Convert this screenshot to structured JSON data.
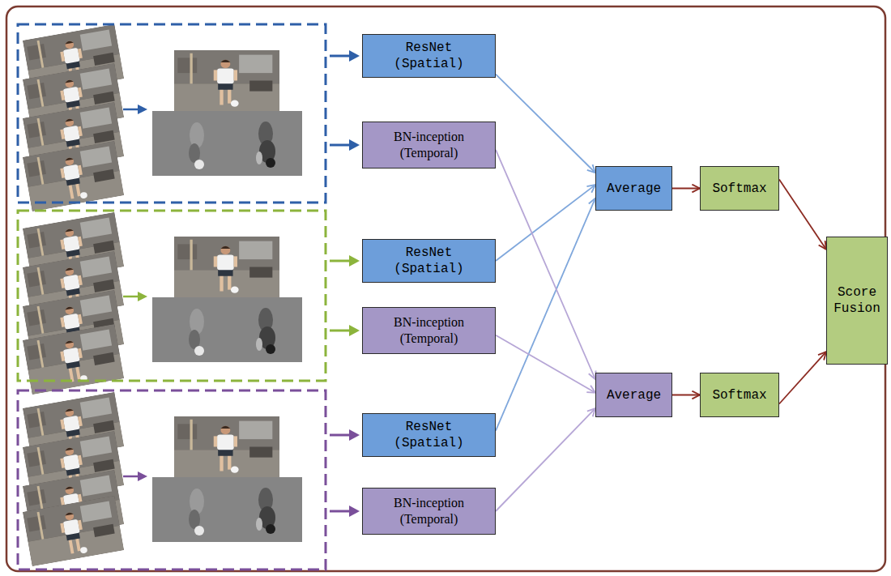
{
  "diagram": {
    "nodes": [
      {
        "text": [
          "ResNet (Spatial)"
        ]
      },
      {
        "text": [
          "BN-inception (Temporal)"
        ]
      },
      {
        "text": [
          "ResNet (Spatial)"
        ]
      },
      {
        "text": [
          "BN-inception (Temporal)"
        ]
      },
      {
        "text": [
          "ResNet (Spatial)"
        ]
      },
      {
        "text": [
          "BN-inception (Temporal)"
        ]
      },
      {
        "text": [
          "Average"
        ]
      },
      {
        "text": [
          "Softmax"
        ]
      },
      {
        "text": [
          "Average"
        ]
      },
      {
        "text": [
          "Softmax"
        ]
      },
      {
        "text": [
          "Score Fusion"
        ]
      }
    ],
    "edges": [
      {
        "from": 0,
        "to": 6,
        "arrow": "to"
      },
      {
        "from": 2,
        "to": 6,
        "arrow": "to"
      },
      {
        "from": 4,
        "to": 6,
        "arrow": "to"
      },
      {
        "from": 1,
        "to": 8,
        "arrow": "to"
      },
      {
        "from": 3,
        "to": 8,
        "arrow": "to"
      },
      {
        "from": 5,
        "to": 8,
        "arrow": "to"
      },
      {
        "from": 6,
        "to": 7,
        "arrow": "to"
      },
      {
        "from": 8,
        "to": 9,
        "arrow": "to"
      },
      {
        "from": 7,
        "to": 10,
        "arrow": "to"
      },
      {
        "from": 9,
        "to": 10,
        "arrow": "to"
      }
    ]
  }
}
